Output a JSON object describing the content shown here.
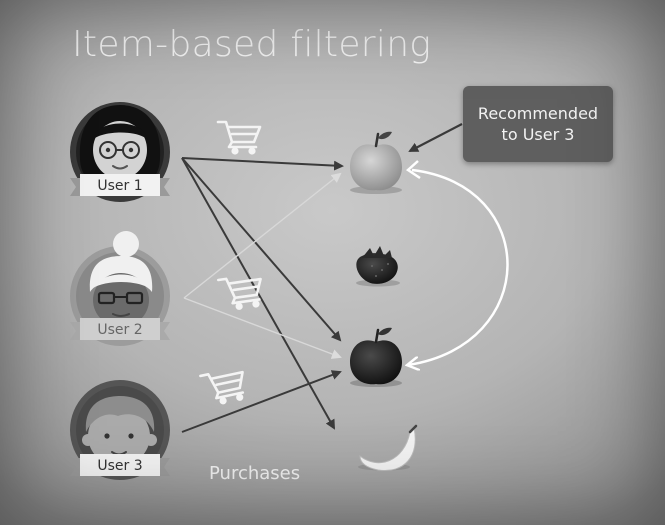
{
  "title": "Item-based filtering",
  "users": [
    {
      "label": "User 1"
    },
    {
      "label": "User 2"
    },
    {
      "label": "User 3"
    }
  ],
  "recommendation": {
    "line1": "Recommended",
    "line2": "to User 3"
  },
  "purchases_label": "Purchases",
  "items": [
    {
      "name": "green-apple"
    },
    {
      "name": "strawberry"
    },
    {
      "name": "red-apple"
    },
    {
      "name": "banana"
    }
  ],
  "icons": {
    "cart": "shopping-cart-icon",
    "arrow": "arrow"
  },
  "colors": {
    "background": "#b9b9b9",
    "title": "#f4f4f4",
    "box": "#5f5f5f",
    "arrow": "#3a3a3a",
    "faint_arrow": "#d8d8d8",
    "highlight_arrow": "#ffffff"
  }
}
